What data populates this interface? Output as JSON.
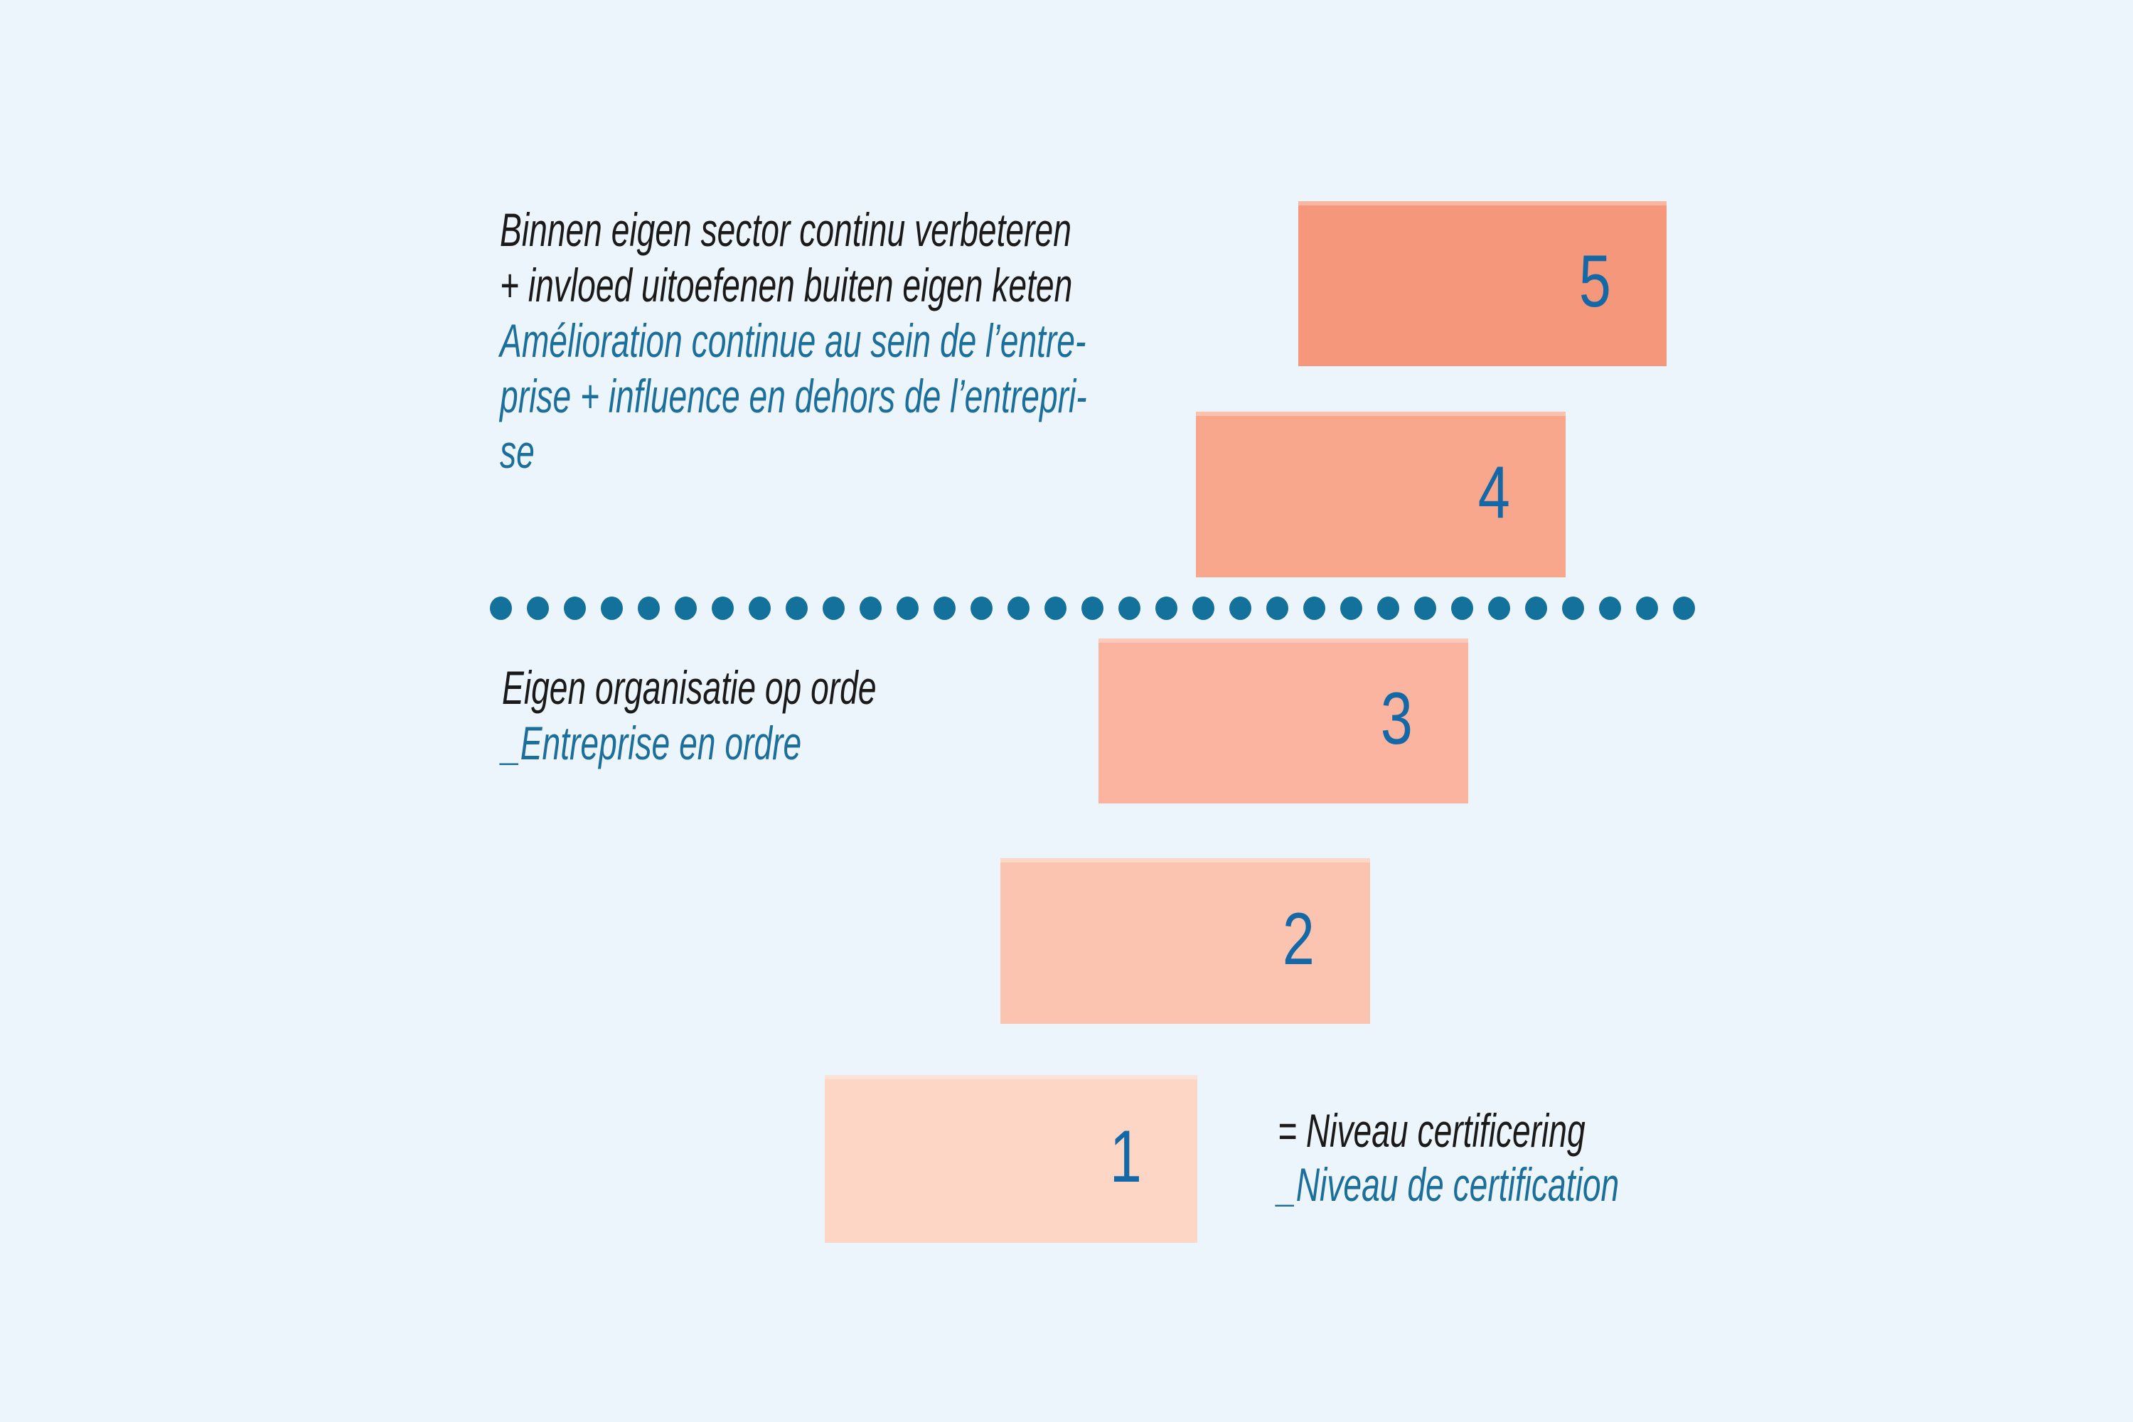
{
  "palette": {
    "background": "#EDF5FC",
    "text_black": "#1A1A1A",
    "text_blue": "#1C6F9B",
    "dot_blue": "#14719C",
    "number_blue": "#1568A6"
  },
  "annotation_top": {
    "nl_lines": [
      "Binnen eigen sector continu verbeteren",
      "+ invloed uitoefenen buiten eigen keten"
    ],
    "fr_lines": [
      "Amélioration continue au sein de l’entre-",
      "prise + influence en dehors de l’entrepri-",
      "se"
    ]
  },
  "annotation_middle": {
    "nl_lines": [
      "Eigen organisatie op orde"
    ],
    "fr_lines": [
      "_Entreprise en ordre"
    ]
  },
  "legend": {
    "nl": "= Niveau certificering",
    "fr": "_Niveau de certification"
  },
  "levels": [
    {
      "number": "5",
      "color": "#F5977B"
    },
    {
      "number": "4",
      "color": "#F8A68C"
    },
    {
      "number": "3",
      "color": "#FAB4A0"
    },
    {
      "number": "2",
      "color": "#FBC4B0"
    },
    {
      "number": "1",
      "color": "#FDD6C6"
    }
  ],
  "separator": {
    "dot_count": 33,
    "color": "#14719C"
  }
}
